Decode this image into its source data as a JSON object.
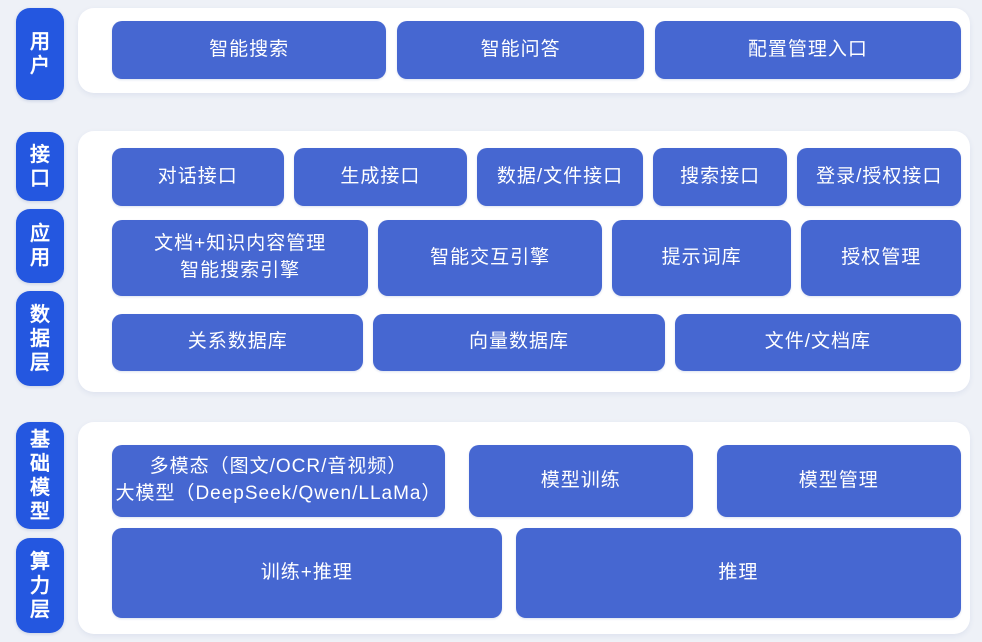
{
  "diagram": {
    "rail": {
      "user": "用户",
      "interface": "接口",
      "application": "应用",
      "data_layer": "数据层",
      "foundation_model": "基础模型",
      "compute_layer": "算力层"
    },
    "user_layer": {
      "smart_search": "智能搜索",
      "smart_qa": "智能问答",
      "config_entry": "配置管理入口"
    },
    "interface_layer": {
      "dialog_api": "对话接口",
      "generation_api": "生成接口",
      "data_file_api": "数据/文件接口",
      "search_api": "搜索接口",
      "login_auth_api": "登录/授权接口"
    },
    "application_layer": {
      "doc_knowledge_line1": "文档+知识内容管理",
      "doc_knowledge_line2": "智能搜索引擎",
      "interaction_engine": "智能交互引擎",
      "prompt_library": "提示词库",
      "auth_management": "授权管理"
    },
    "data_layer": {
      "relational_db": "关系数据库",
      "vector_db": "向量数据库",
      "file_doc_store": "文件/文档库"
    },
    "foundation_model_layer": {
      "multimodal_line1": "多模态（图文/OCR/音视频）",
      "multimodal_line2": "大模型（DeepSeek/Qwen/LLaMa）",
      "model_training": "模型训练",
      "model_management": "模型管理"
    },
    "compute_layer": {
      "train_and_inference": "训练+推理",
      "inference": "推理"
    }
  },
  "colors": {
    "page_bg": "#eef1f7",
    "card_bg": "#ffffff",
    "rail_blue": "#2457e0",
    "block_blue": "#4667d1",
    "text_white": "#ffffff"
  }
}
